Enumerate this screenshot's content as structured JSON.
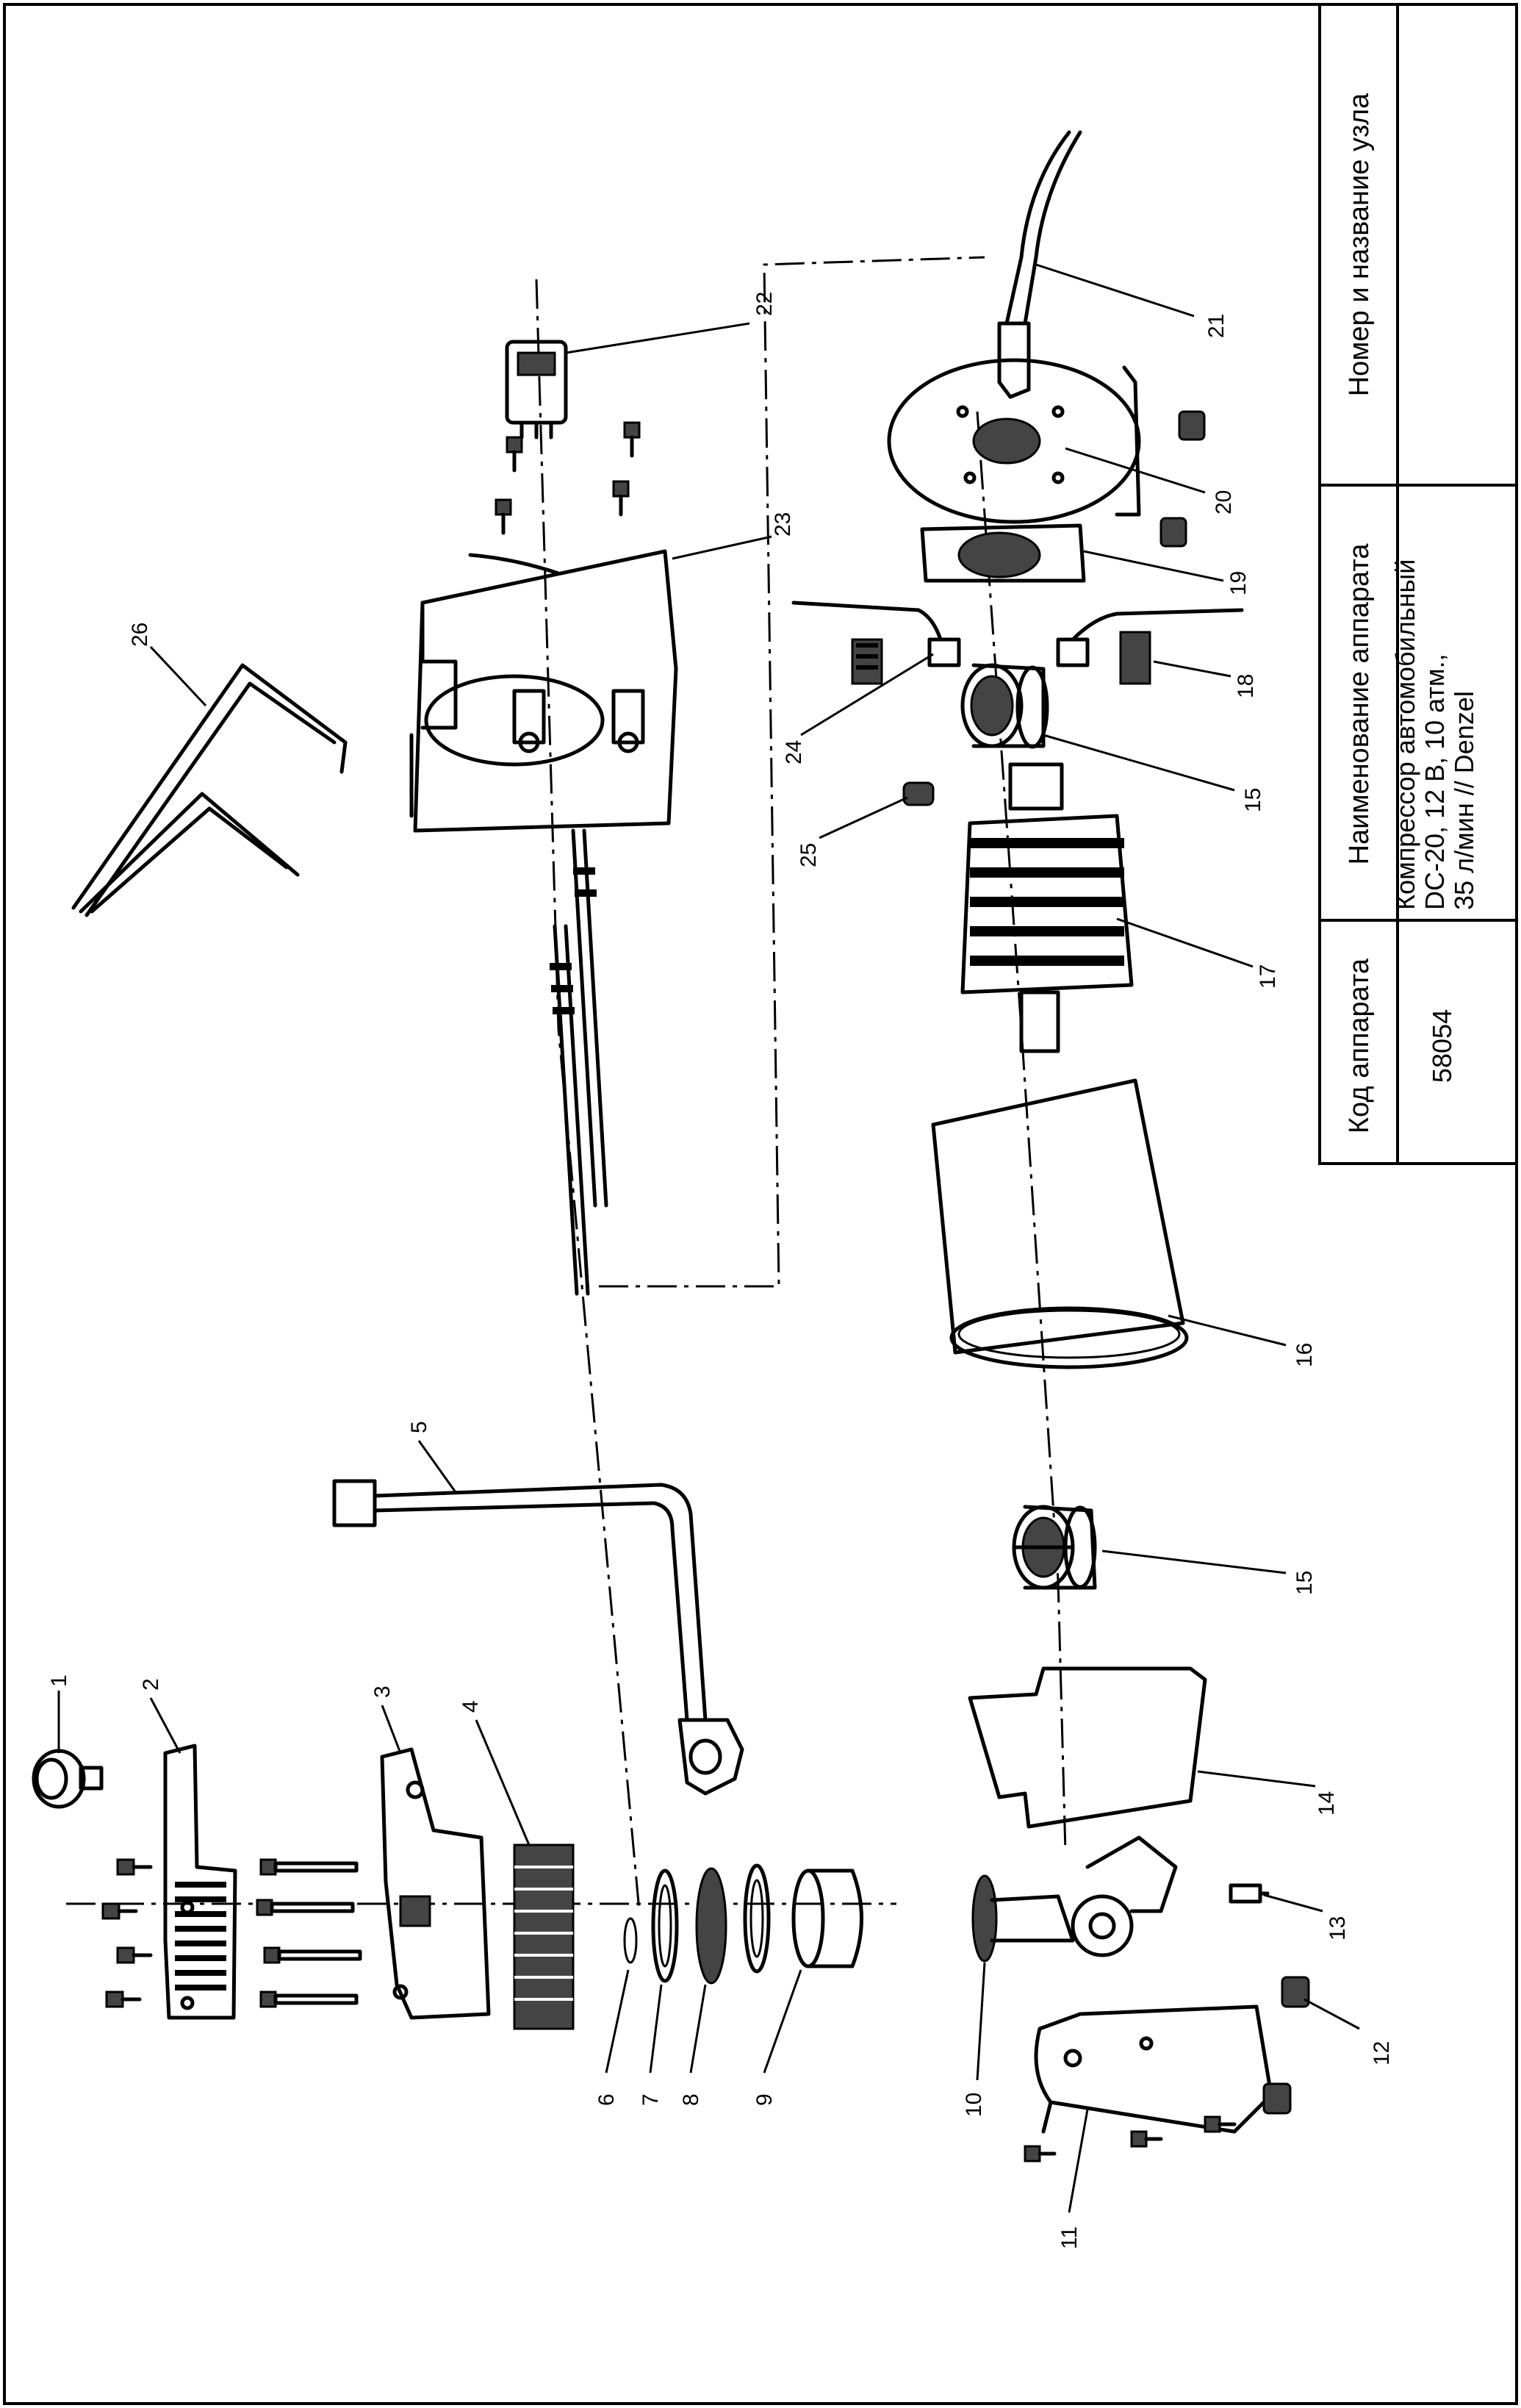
{
  "title_block": {
    "col_code_header": "Код аппарата",
    "col_name_header": "Наименование аппарата",
    "col_node_header": "Номер и название узла",
    "code": "58054",
    "name_lines": [
      "Компрессор автомобильный",
      "DC-20, 12 В, 10 атм.,",
      "35 л/мин // Denzel"
    ],
    "node": ""
  },
  "callouts": [
    "1",
    "2",
    "3",
    "4",
    "5",
    "6",
    "7",
    "8",
    "9",
    "10",
    "11",
    "12",
    "13",
    "14",
    "15",
    "15",
    "16",
    "17",
    "18",
    "19",
    "20",
    "21",
    "22",
    "23",
    "24",
    "25",
    "26"
  ]
}
